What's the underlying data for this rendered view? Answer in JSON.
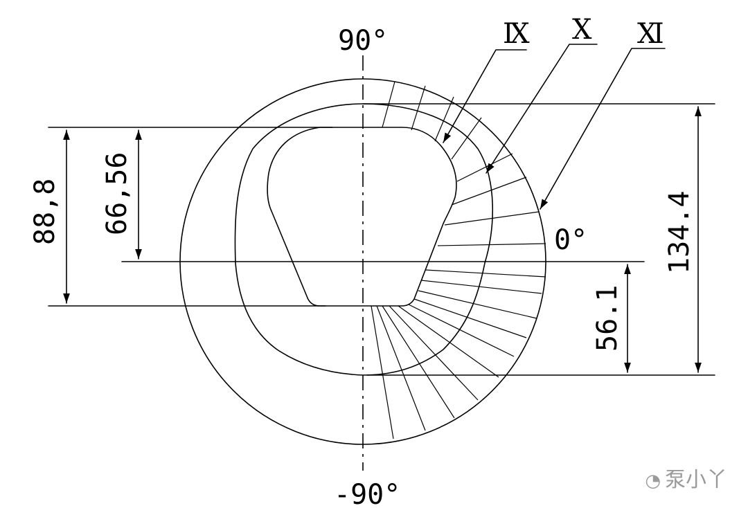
{
  "angles": {
    "top": "90°",
    "right": "0°",
    "bottom": "-90°"
  },
  "dimensions": {
    "outer_left": "88,8",
    "inner_left": "66,56",
    "right_total": "134.4",
    "right_lower": "56.1"
  },
  "sections": {
    "ix": "Ⅸ",
    "x": "Ⅹ",
    "xi": "Ⅺ"
  },
  "watermark": {
    "icon": "wechat-icon",
    "text": "泵小丫"
  }
}
